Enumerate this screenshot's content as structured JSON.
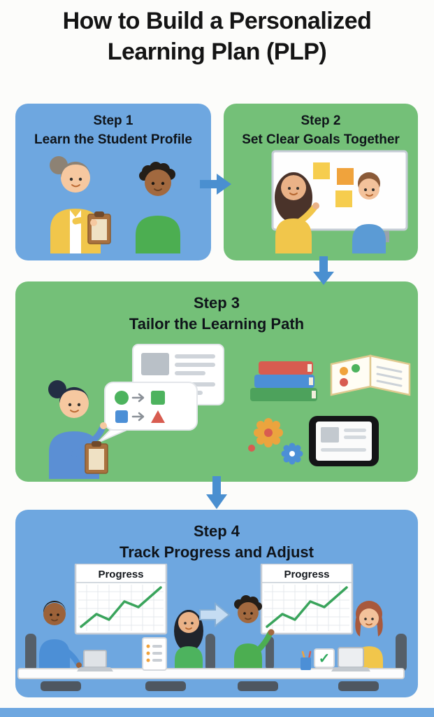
{
  "title": "How to Build a Personalized Learning Plan (PLP)",
  "steps": [
    {
      "label": "Step 1",
      "title": "Learn the Student Profile"
    },
    {
      "label": "Step 2",
      "title": "Set Clear Goals Together"
    },
    {
      "label": "Step 3",
      "title": "Tailor the Learning Path"
    },
    {
      "label": "Step 4",
      "title": "Track Progress and Adjust"
    }
  ],
  "boards": {
    "left": {
      "title": "Progress"
    },
    "right": {
      "title": "Progress"
    }
  },
  "icons": {
    "checkmark": "✓"
  },
  "colors": {
    "panel_blue": "#6ea7e0",
    "panel_green": "#74c078",
    "flow_arrow_blue": "#4a8fd0",
    "pale_arrow_blue": "#c5dcf2",
    "progress_line_green": "#3aa45c",
    "sticky_yellow": "#f6cd4e",
    "sticky_orange": "#f0a33c",
    "heading_text": "#0f141a",
    "background": "#fcfcfa"
  }
}
